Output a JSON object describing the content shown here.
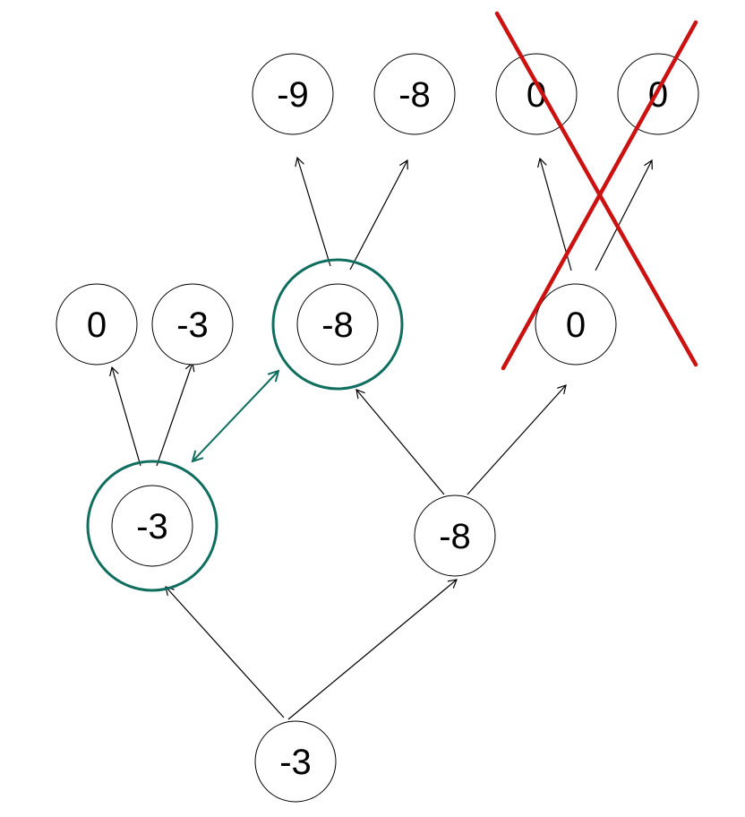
{
  "nodes": [
    {
      "id": "top-1",
      "label": "-9"
    },
    {
      "id": "top-2",
      "label": "-8"
    },
    {
      "id": "top-3",
      "label": "0"
    },
    {
      "id": "top-4",
      "label": "0"
    },
    {
      "id": "mid-1",
      "label": "0"
    },
    {
      "id": "mid-2",
      "label": "-3"
    },
    {
      "id": "mid-3",
      "label": "-8"
    },
    {
      "id": "mid-4",
      "label": "0"
    },
    {
      "id": "low-1",
      "label": "-3"
    },
    {
      "id": "low-2",
      "label": "-8"
    },
    {
      "id": "root",
      "label": "-3"
    }
  ],
  "edges": [
    {
      "from": "root",
      "to": "low-1"
    },
    {
      "from": "root",
      "to": "low-2"
    },
    {
      "from": "low-1",
      "to": "mid-1"
    },
    {
      "from": "low-1",
      "to": "mid-2"
    },
    {
      "from": "low-2",
      "to": "mid-3"
    },
    {
      "from": "low-2",
      "to": "mid-4"
    },
    {
      "from": "mid-3",
      "to": "top-1"
    },
    {
      "from": "mid-3",
      "to": "top-2"
    },
    {
      "from": "mid-4",
      "to": "top-3"
    },
    {
      "from": "mid-4",
      "to": "top-4"
    }
  ],
  "highlighted_nodes": [
    "low-1",
    "mid-3"
  ],
  "double_arrow": {
    "from": "low-1",
    "to": "mid-3"
  },
  "pruned_nodes": [
    "top-3",
    "top-4",
    "mid-4"
  ],
  "colors": {
    "node_stroke": "#000000",
    "edge": "#000000",
    "highlight": "#0f6e5e",
    "prune_mark": "#cc1111"
  }
}
